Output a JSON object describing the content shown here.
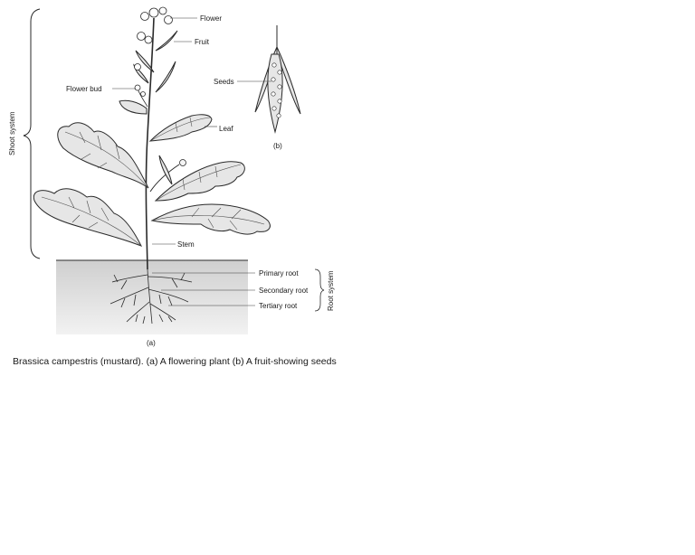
{
  "labels": {
    "flower": "Flower",
    "fruit": "Fruit",
    "flower_bud": "Flower bud",
    "leaf": "Leaf",
    "stem": "Stem",
    "seeds": "Seeds",
    "primary_root": "Primary root",
    "secondary_root": "Secondary root",
    "tertiary_root": "Tertiary root",
    "shoot_system": "Shoot system",
    "root_system": "Root system",
    "part_a": "(a)",
    "part_b": "(b)"
  },
  "caption": "Brassica campestris (mustard). (a) A flowering plant (b) A fruit-showing seeds",
  "colors": {
    "soil": "#d9d9d9",
    "leaf": "#e6e6e6",
    "ink": "#2a2a2a"
  }
}
